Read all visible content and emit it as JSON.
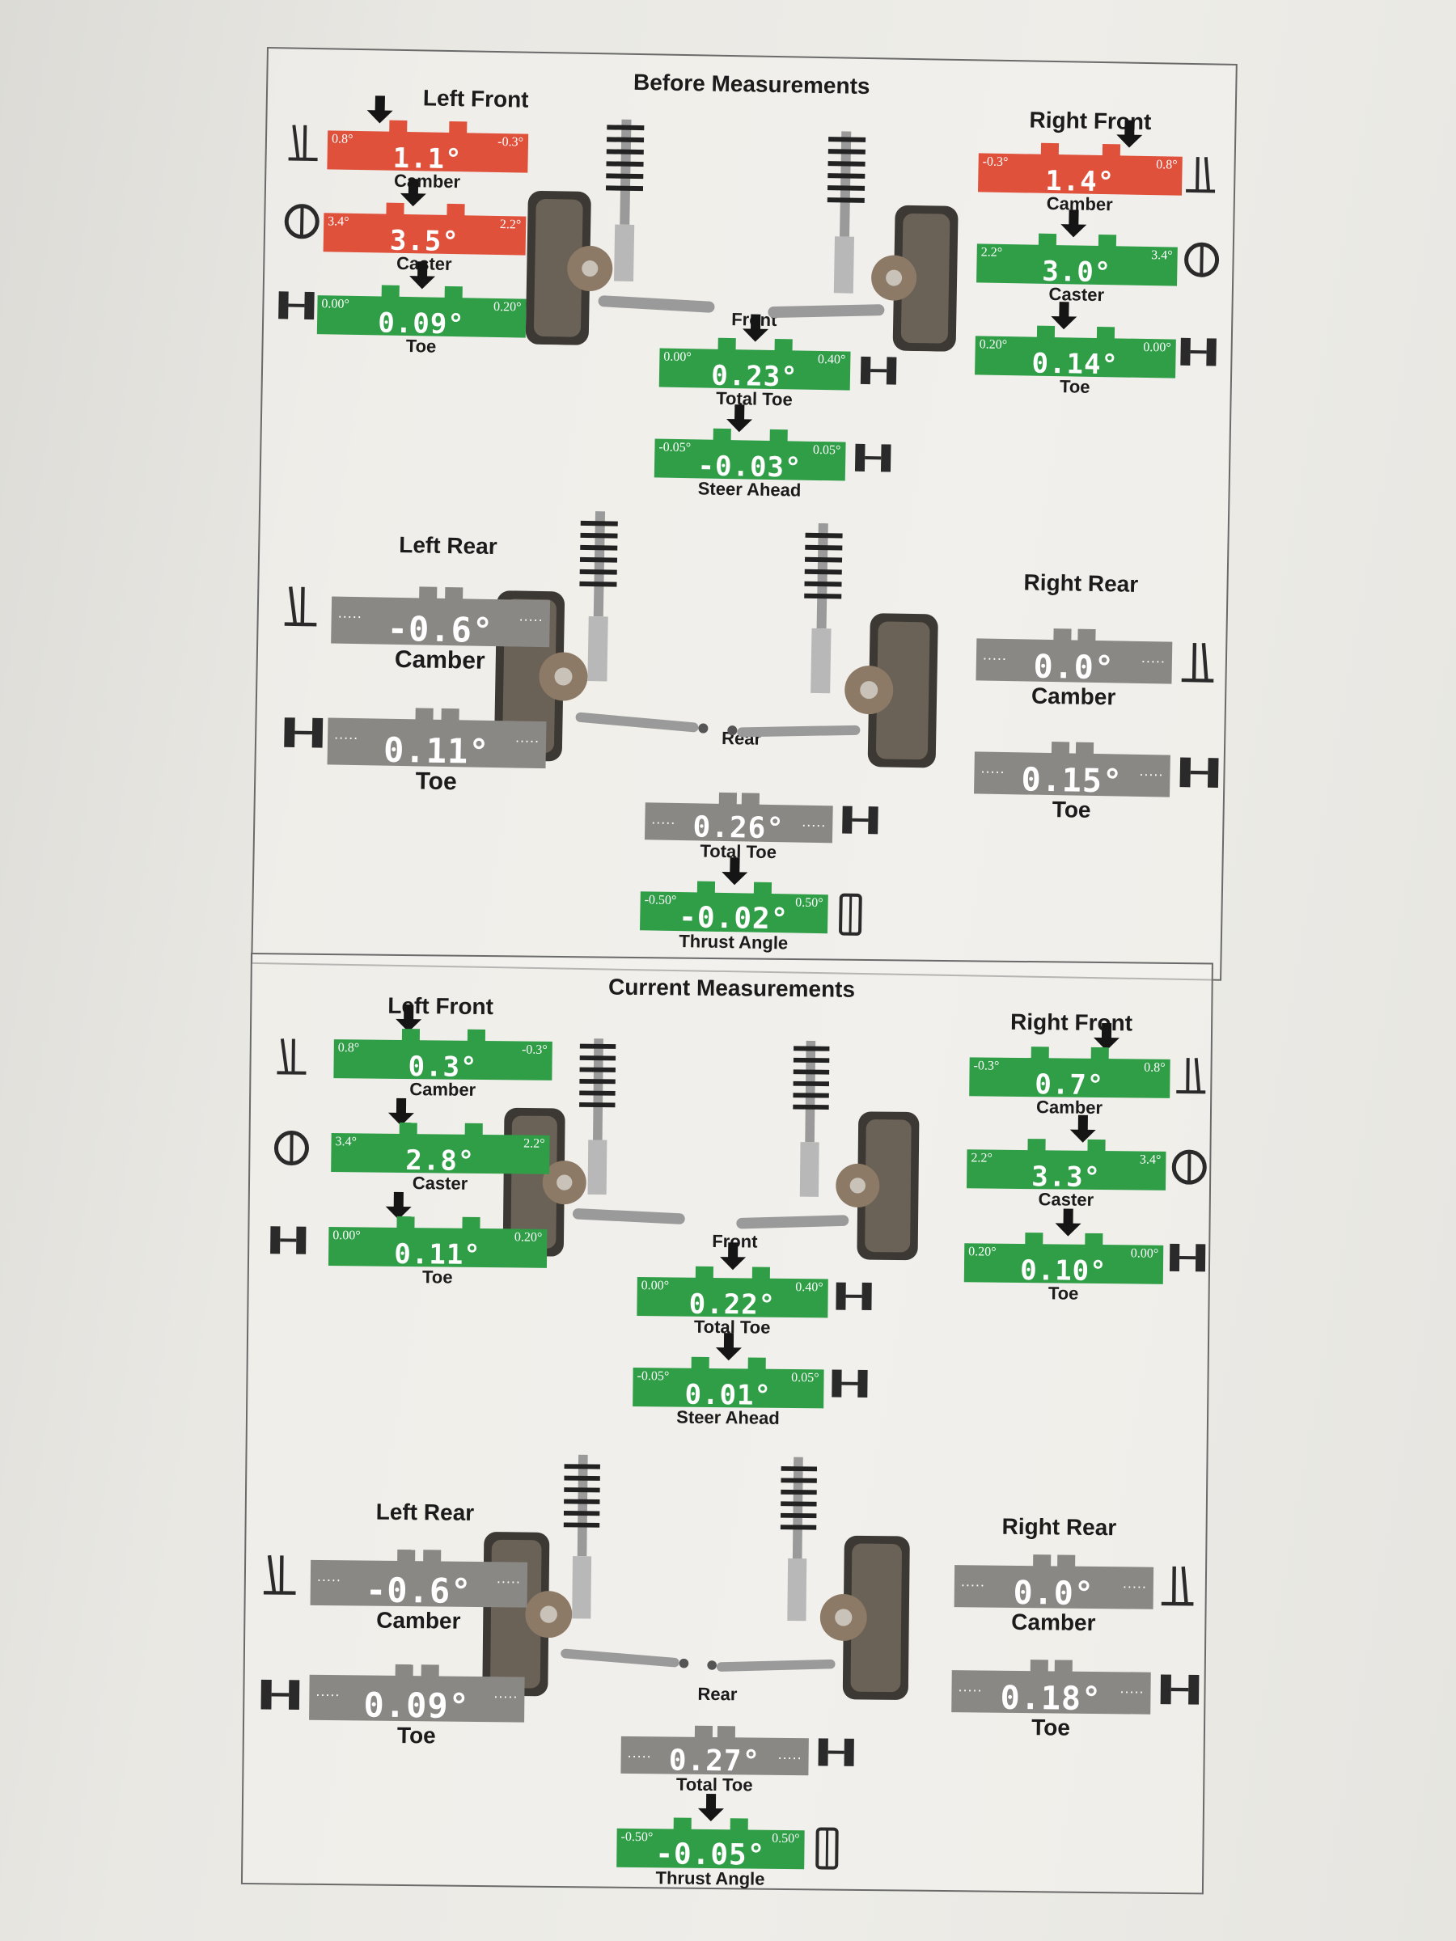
{
  "colors": {
    "red": "#e0513c",
    "green": "#2f9e47",
    "gray": "#8a8885",
    "icon": "#2a2a2a"
  },
  "before": {
    "title": "Before Measurements",
    "left_front": "Left Front",
    "right_front": "Right Front",
    "left_rear": "Left Rear",
    "right_rear": "Right Rear",
    "front": "Front",
    "rear": "Rear",
    "lf_camber": {
      "value": "1.1°",
      "left": "0.8°",
      "right": "-0.3°",
      "label": "Camber",
      "status": "red"
    },
    "lf_caster": {
      "value": "3.5°",
      "left": "3.4°",
      "right": "2.2°",
      "label": "Caster",
      "status": "red"
    },
    "lf_toe": {
      "value": "0.09°",
      "left": "0.00°",
      "right": "0.20°",
      "label": "Toe",
      "status": "green"
    },
    "rf_camber": {
      "value": "1.4°",
      "left": "-0.3°",
      "right": "0.8°",
      "label": "Camber",
      "status": "red"
    },
    "rf_caster": {
      "value": "3.0°",
      "left": "2.2°",
      "right": "3.4°",
      "label": "Caster",
      "status": "green"
    },
    "rf_toe": {
      "value": "0.14°",
      "left": "0.20°",
      "right": "0.00°",
      "label": "Toe",
      "status": "green"
    },
    "f_total_toe": {
      "value": "0.23°",
      "left": "0.00°",
      "right": "0.40°",
      "label": "Total Toe",
      "status": "green"
    },
    "steer_ahead": {
      "value": "-0.03°",
      "left": "-0.05°",
      "right": "0.05°",
      "label": "Steer Ahead",
      "status": "green"
    },
    "lr_camber": {
      "value": "-0.6°",
      "label": "Camber",
      "status": "gray"
    },
    "lr_toe": {
      "value": "0.11°",
      "label": "Toe",
      "status": "gray"
    },
    "rr_camber": {
      "value": "0.0°",
      "label": "Camber",
      "status": "gray"
    },
    "rr_toe": {
      "value": "0.15°",
      "label": "Toe",
      "status": "gray"
    },
    "r_total_toe": {
      "value": "0.26°",
      "label": "Total Toe",
      "status": "gray"
    },
    "thrust": {
      "value": "-0.02°",
      "left": "-0.50°",
      "right": "0.50°",
      "label": "Thrust Angle",
      "status": "green"
    }
  },
  "current": {
    "title": "Current Measurements",
    "left_front": "Left Front",
    "right_front": "Right Front",
    "left_rear": "Left Rear",
    "right_rear": "Right Rear",
    "front": "Front",
    "rear": "Rear",
    "lf_camber": {
      "value": "0.3°",
      "left": "0.8°",
      "right": "-0.3°",
      "label": "Camber",
      "status": "green"
    },
    "lf_caster": {
      "value": "2.8°",
      "left": "3.4°",
      "right": "2.2°",
      "label": "Caster",
      "status": "green"
    },
    "lf_toe": {
      "value": "0.11°",
      "left": "0.00°",
      "right": "0.20°",
      "label": "Toe",
      "status": "green"
    },
    "rf_camber": {
      "value": "0.7°",
      "left": "-0.3°",
      "right": "0.8°",
      "label": "Camber",
      "status": "green"
    },
    "rf_caster": {
      "value": "3.3°",
      "left": "2.2°",
      "right": "3.4°",
      "label": "Caster",
      "status": "green"
    },
    "rf_toe": {
      "value": "0.10°",
      "left": "0.20°",
      "right": "0.00°",
      "label": "Toe",
      "status": "green"
    },
    "f_total_toe": {
      "value": "0.22°",
      "left": "0.00°",
      "right": "0.40°",
      "label": "Total Toe",
      "status": "green"
    },
    "steer_ahead": {
      "value": "0.01°",
      "left": "-0.05°",
      "right": "0.05°",
      "label": "Steer Ahead",
      "status": "green"
    },
    "lr_camber": {
      "value": "-0.6°",
      "label": "Camber",
      "status": "gray"
    },
    "lr_toe": {
      "value": "0.09°",
      "label": "Toe",
      "status": "gray"
    },
    "rr_camber": {
      "value": "0.0°",
      "label": "Camber",
      "status": "gray"
    },
    "rr_toe": {
      "value": "0.18°",
      "label": "Toe",
      "status": "gray"
    },
    "r_total_toe": {
      "value": "0.27°",
      "label": "Total Toe",
      "status": "gray"
    },
    "thrust": {
      "value": "-0.05°",
      "left": "-0.50°",
      "right": "0.50°",
      "label": "Thrust Angle",
      "status": "green"
    }
  }
}
